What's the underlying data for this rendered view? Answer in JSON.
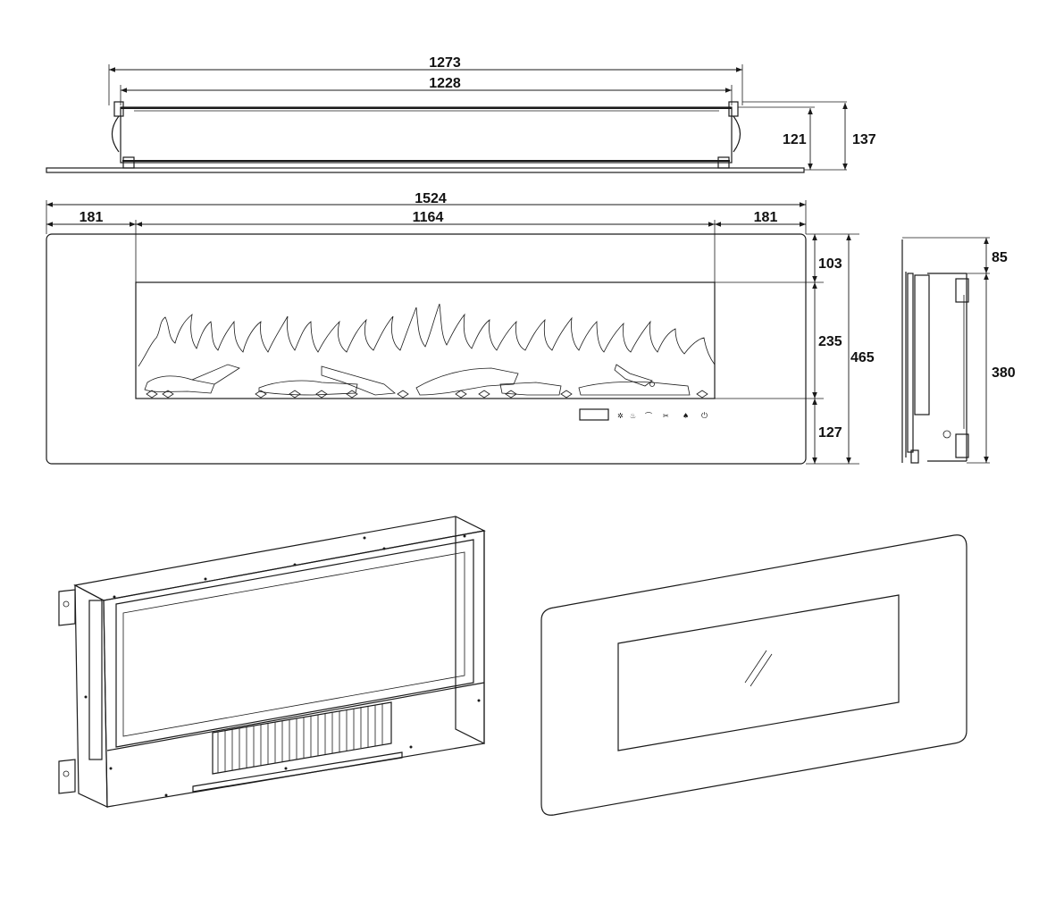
{
  "colors": {
    "line": "#1a1a1a",
    "background": "#ffffff"
  },
  "top_view": {
    "overall_width": "1273",
    "inner_width": "1228",
    "depth_inner": "121",
    "depth_overall": "137"
  },
  "front_view": {
    "overall_width": "1524",
    "left_margin": "181",
    "window_width": "1164",
    "right_margin": "181",
    "top_margin": "103",
    "window_height": "235",
    "bottom_margin": "127",
    "overall_height": "465"
  },
  "side_view": {
    "top_offset": "85",
    "body_height": "380"
  },
  "icons": [
    "display-icon",
    "light-icon",
    "heat-icon",
    "flame-speed-icon",
    "timer-icon",
    "flame-icon",
    "power-icon"
  ]
}
